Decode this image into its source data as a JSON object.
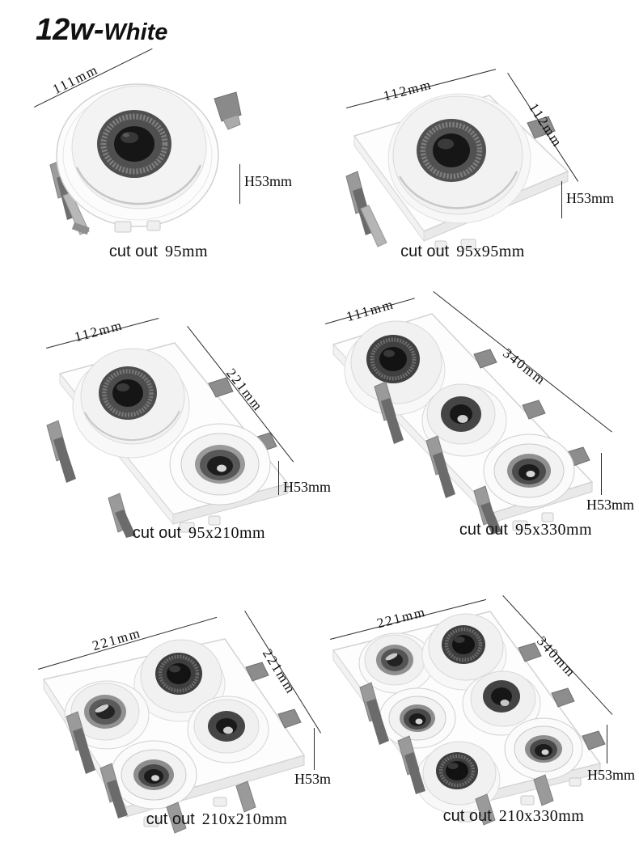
{
  "title": {
    "main": "12w-",
    "sub": "White"
  },
  "colors": {
    "background": "#ffffff",
    "text": "#111111",
    "dimension_line": "#2b2b2b",
    "lamp_body": "#f3f3f3",
    "lens_dark": "#161616"
  },
  "products": [
    {
      "id": "round-1-head",
      "shape": "round",
      "heads": 1,
      "width_label": "111mm",
      "depth_label": "",
      "height_label": "H53mm",
      "cutout_prefix": "cut out",
      "cutout_value": "95mm"
    },
    {
      "id": "square-1-head",
      "shape": "square",
      "heads": 1,
      "width_label": "112mm",
      "depth_label": "112mm",
      "height_label": "H53mm",
      "cutout_prefix": "cut out",
      "cutout_value": "95x95mm"
    },
    {
      "id": "rect-2-head",
      "shape": "rectangle",
      "heads": 2,
      "width_label": "112mm",
      "depth_label": "221mm",
      "height_label": "H53mm",
      "cutout_prefix": "cut out",
      "cutout_value": "95x210mm"
    },
    {
      "id": "rect-3-head",
      "shape": "rectangle",
      "heads": 3,
      "width_label": "111mm",
      "depth_label": "340mm",
      "height_label": "H53mm",
      "cutout_prefix": "cut out",
      "cutout_value": "95x330mm"
    },
    {
      "id": "square-4-head",
      "shape": "square",
      "heads": 4,
      "width_label": "221mm",
      "depth_label": "221mm",
      "height_label": "H53m",
      "cutout_prefix": "cut out",
      "cutout_value": "210x210mm"
    },
    {
      "id": "rect-6-head",
      "shape": "rectangle",
      "heads": 6,
      "width_label": "221mm",
      "depth_label": "340mm",
      "height_label": "H53mm",
      "cutout_prefix": "cut out",
      "cutout_value": "210x330mm"
    }
  ]
}
